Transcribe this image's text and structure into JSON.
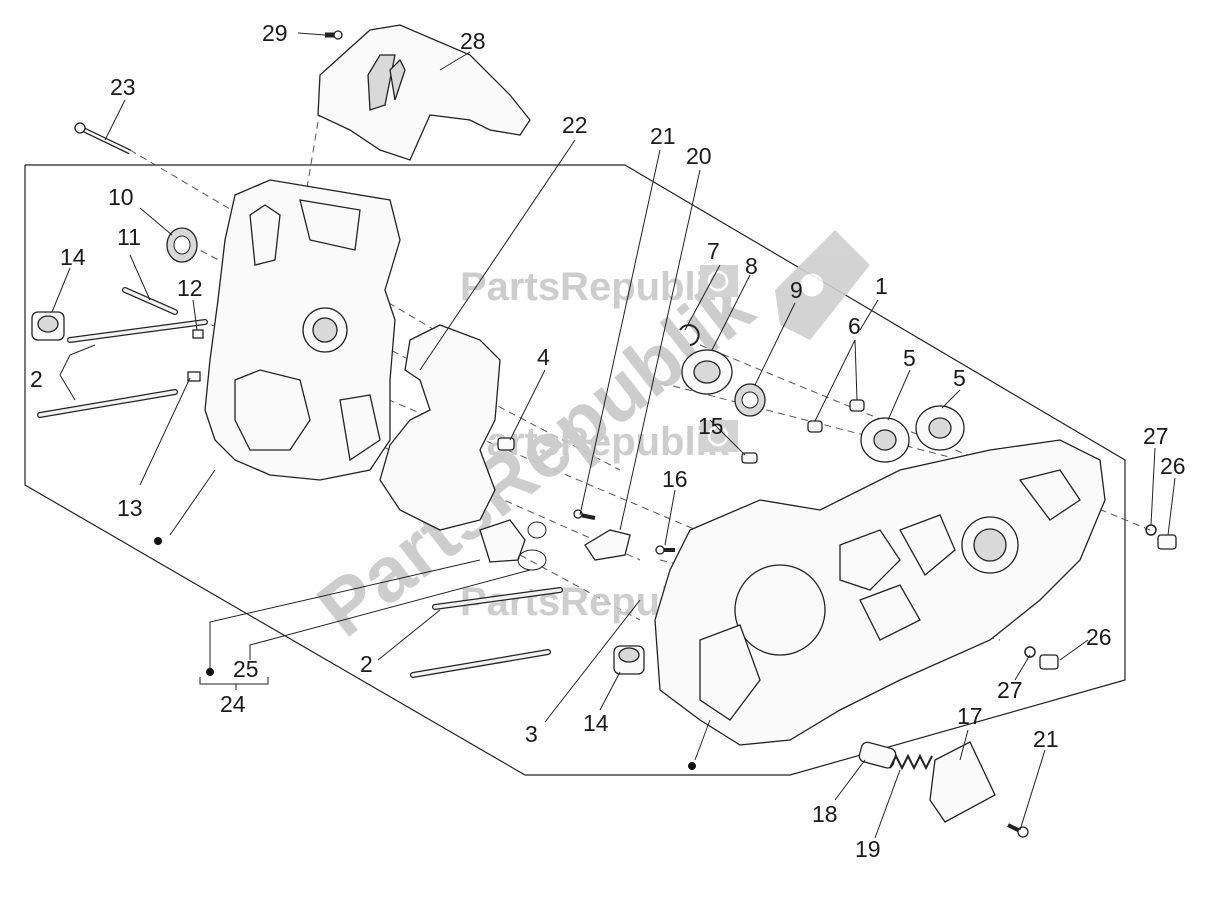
{
  "watermark": {
    "brand": "PartsRepublik",
    "large": "PartsRepublik"
  },
  "callouts": [
    {
      "id": "c29",
      "text": "29"
    },
    {
      "id": "c28",
      "text": "28"
    },
    {
      "id": "c23",
      "text": "23"
    },
    {
      "id": "c22",
      "text": "22"
    },
    {
      "id": "c21a",
      "text": "21"
    },
    {
      "id": "c20",
      "text": "20"
    },
    {
      "id": "c10",
      "text": "10"
    },
    {
      "id": "c11",
      "text": "11"
    },
    {
      "id": "c14a",
      "text": "14"
    },
    {
      "id": "c12",
      "text": "12"
    },
    {
      "id": "c7",
      "text": "7"
    },
    {
      "id": "c8",
      "text": "8"
    },
    {
      "id": "c9",
      "text": "9"
    },
    {
      "id": "c1",
      "text": "1"
    },
    {
      "id": "c6",
      "text": "6"
    },
    {
      "id": "c5a",
      "text": "5"
    },
    {
      "id": "c5b",
      "text": "5"
    },
    {
      "id": "c2a",
      "text": "2"
    },
    {
      "id": "c4",
      "text": "4"
    },
    {
      "id": "c15",
      "text": "15"
    },
    {
      "id": "c27a",
      "text": "27"
    },
    {
      "id": "c26a",
      "text": "26"
    },
    {
      "id": "c13",
      "text": "13"
    },
    {
      "id": "c16",
      "text": "16"
    },
    {
      "id": "c25",
      "text": "25"
    },
    {
      "id": "c24",
      "text": "24"
    },
    {
      "id": "c2b",
      "text": "2"
    },
    {
      "id": "c3",
      "text": "3"
    },
    {
      "id": "c14b",
      "text": "14"
    },
    {
      "id": "c26b",
      "text": "26"
    },
    {
      "id": "c27b",
      "text": "27"
    },
    {
      "id": "c17",
      "text": "17"
    },
    {
      "id": "c21b",
      "text": "21"
    },
    {
      "id": "c18",
      "text": "18"
    },
    {
      "id": "c19",
      "text": "19"
    }
  ]
}
